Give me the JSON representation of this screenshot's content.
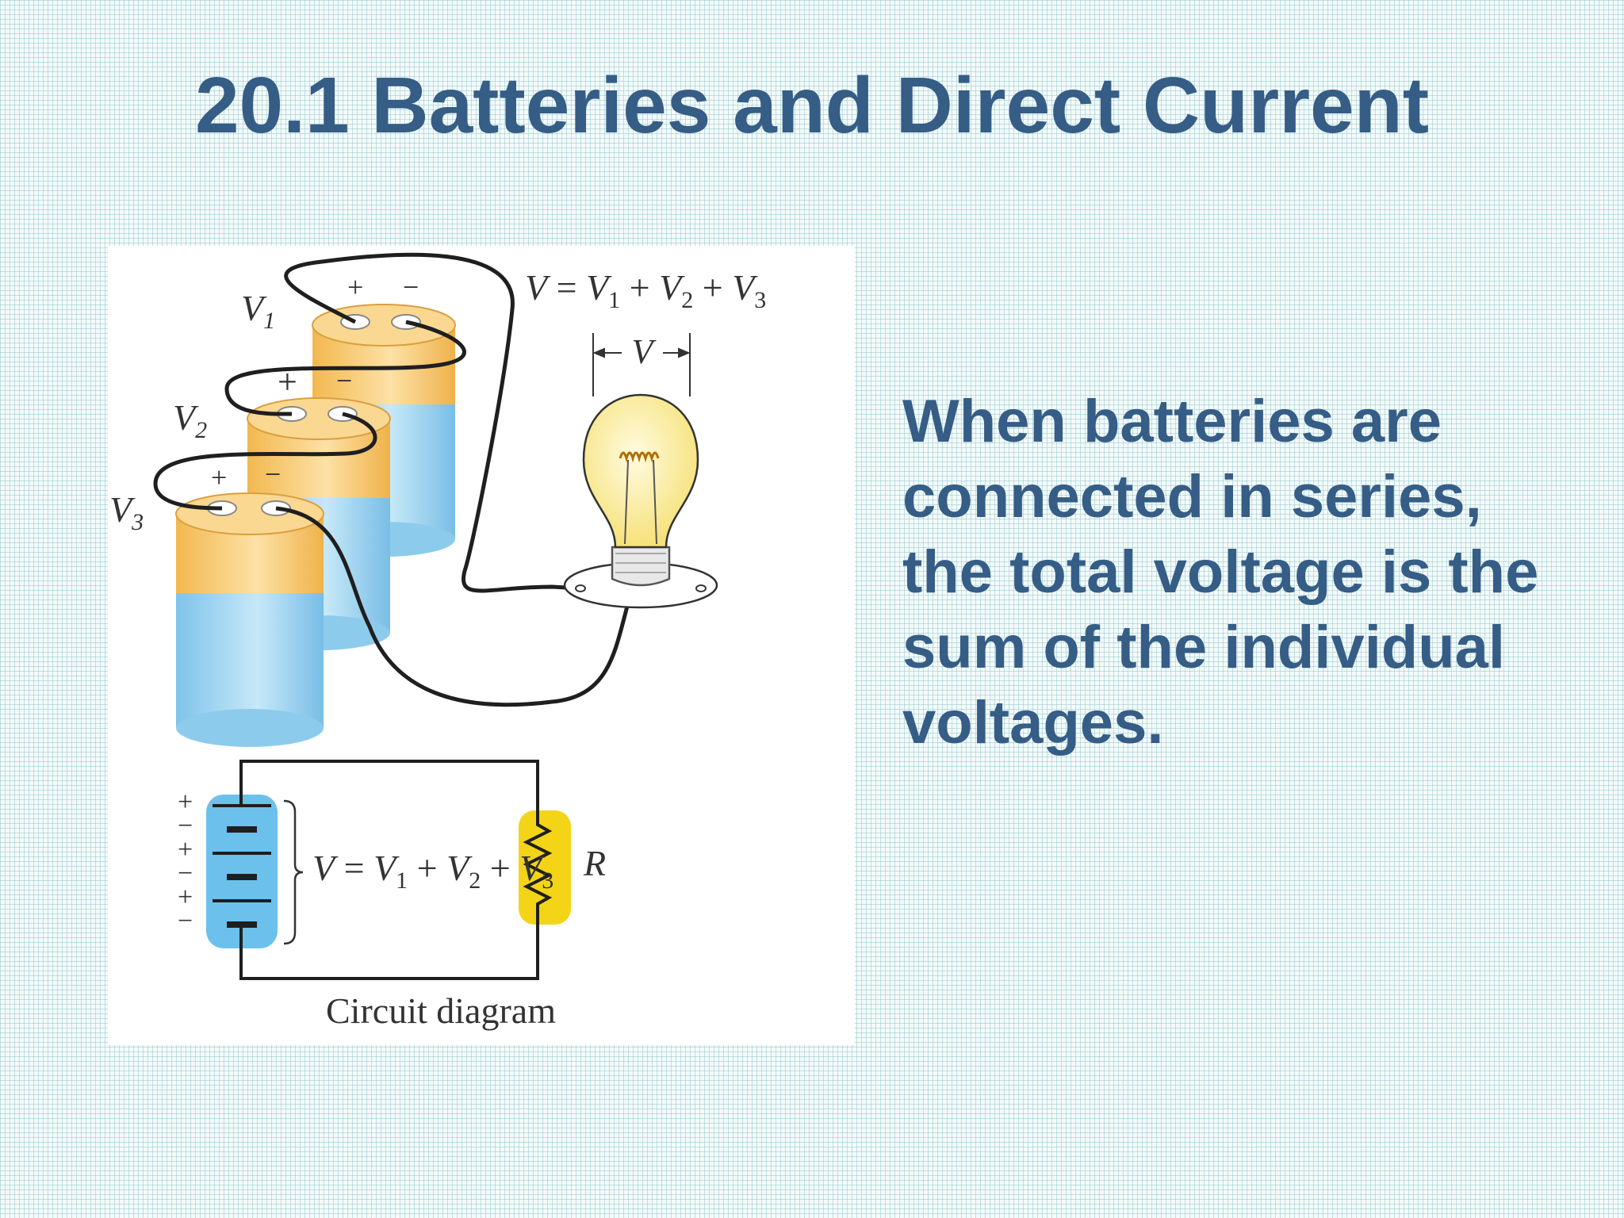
{
  "slide": {
    "title": "20.1 Batteries and Direct Current",
    "body": "When batteries are connected in series, the total voltage is the sum of the individual voltages."
  },
  "figure": {
    "caption": "Circuit diagram",
    "battery_labels": [
      "V",
      "V",
      "V"
    ],
    "battery_label_subscripts": [
      "1",
      "2",
      "3"
    ],
    "plus_sign": "+",
    "minus_sign": "−",
    "top_equation": {
      "lhs": "V",
      "eq": " = ",
      "v": "V",
      "plus": " + ",
      "subs": [
        "1",
        "2",
        "3"
      ]
    },
    "bulb_voltage_label": "V",
    "circuit_equation": {
      "lhs": "V",
      "eq": " = ",
      "v": "V",
      "plus": " + ",
      "subs": [
        "1",
        "2",
        "3"
      ]
    },
    "resistor_label": "R",
    "colors": {
      "battery_body": "#9fd3ef",
      "battery_top": "#f8c877",
      "resistor": "#f3d417",
      "wire": "#1f1f1f",
      "bulb": "#fbf1a0"
    }
  }
}
